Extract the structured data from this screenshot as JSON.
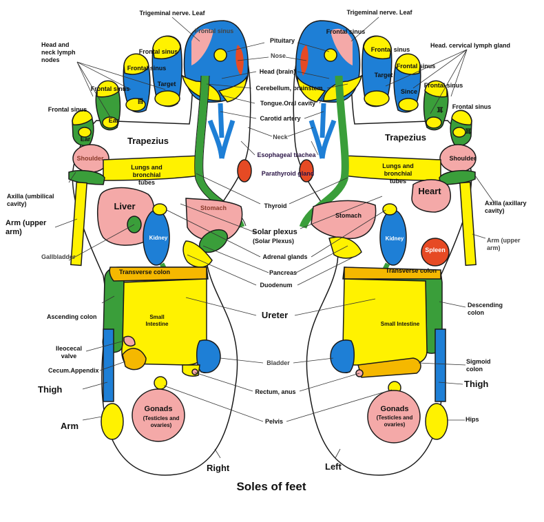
{
  "title": "Soles of feet",
  "feet": {
    "right": "Right",
    "left": "Left"
  },
  "colors": {
    "blue": "#1e7fd6",
    "yellow": "#fff200",
    "green": "#3a9e3a",
    "pink": "#f4a9a8",
    "red": "#e64a24",
    "orange": "#f5b800",
    "outline": "#1a1a1a"
  },
  "labels": {
    "trigeminal_right": "Trigeminal nerve. Leaf",
    "trigeminal_left": "Trigeminal nerve. Leaf",
    "frontal_sinus": "Frontal sinus",
    "head_neck_lymph": "Head and\nneck lymph\nnodes",
    "head_cervical_lymph": "Head. cervical lymph gland",
    "pituitary": "Pituitary",
    "nose": "Nose",
    "head_brain": "Head (brain)",
    "cerebellum": "Cerebellum, brainstem",
    "tongue": "Tongue.Oral cavity",
    "carotid": "Carotid artery",
    "neck": "Neck",
    "esophageal": "Esophageal trachea",
    "parathyroid": "Parathyroid gland",
    "thyroid": "Thyroid",
    "solar_plexus": "Solar plexus",
    "solar_plexus_sub": "(Solar Plexus)",
    "adrenal": "Adrenal glands",
    "pancreas": "Pancreas",
    "duodenum": "Duodenum",
    "ureter": "Ureter",
    "bladder": "Bladder",
    "rectum": "Rectum, anus",
    "pelvis": "Pelvis",
    "target": "Target",
    "ear": "Ear",
    "trapezius": "Trapezius",
    "shoulder": "Shoulder",
    "lungs": "Lungs and\nbronchial\ntubes",
    "axilla_right": "Axilla (umbilical\ncavity)",
    "axilla_left": "Axilla (axillary\ncavity)",
    "arm_upper_right": "Arm (upper\narm)",
    "arm_upper_left": "Arm (upper\narm)",
    "liver": "Liver",
    "heart": "Heart",
    "spleen": "Spleen",
    "stomach": "Stomach",
    "kidney": "Kidney",
    "gallbladder": "Gallbladder",
    "transverse_colon": "Transverse colon",
    "ascending_colon": "Ascending colon",
    "descending_colon": "Descending\ncolon",
    "small_intestine_right": "Small\nIntestine",
    "small_intestine_left": "Small Intestine",
    "ileocecal": "Ileocecal\nvalve",
    "cecum": "Cecum.Appendix",
    "sigmoid": "Sigmoid\ncolon",
    "thigh": "Thigh",
    "arm": "Arm",
    "hips": "Hips",
    "gonads": "Gonads",
    "gonads_sub": "(Testicles and\novaries)",
    "since": "Since",
    "ear_glyph": "耳",
    "eye_glyph": "目"
  }
}
